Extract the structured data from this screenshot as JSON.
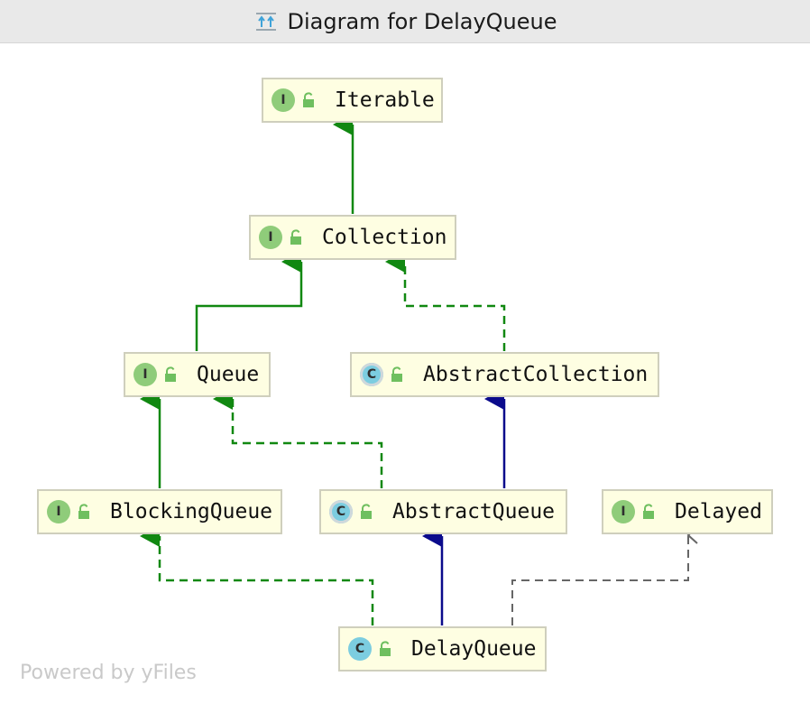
{
  "window": {
    "title": "Diagram for DelayQueue",
    "title_icon": "hierarchy-diagram-icon"
  },
  "diagram": {
    "nodes": [
      {
        "id": "iterable",
        "kind": "interface",
        "kind_letter": "I",
        "label": "Iterable",
        "icon": "unlock-icon"
      },
      {
        "id": "collection",
        "kind": "interface",
        "kind_letter": "I",
        "label": "Collection",
        "icon": "unlock-icon"
      },
      {
        "id": "queue",
        "kind": "interface",
        "kind_letter": "I",
        "label": "Queue",
        "icon": "unlock-icon"
      },
      {
        "id": "abstract_collection",
        "kind": "abstract-class",
        "kind_letter": "C",
        "label": "AbstractCollection",
        "icon": "unlock-icon"
      },
      {
        "id": "blocking_queue",
        "kind": "interface",
        "kind_letter": "I",
        "label": "BlockingQueue",
        "icon": "unlock-icon"
      },
      {
        "id": "abstract_queue",
        "kind": "abstract-class",
        "kind_letter": "C",
        "label": "AbstractQueue",
        "icon": "unlock-icon"
      },
      {
        "id": "delayed",
        "kind": "interface",
        "kind_letter": "I",
        "label": "Delayed",
        "icon": "unlock-icon"
      },
      {
        "id": "delay_queue",
        "kind": "class",
        "kind_letter": "C",
        "label": "DelayQueue",
        "icon": "unlock-icon"
      }
    ],
    "edges": [
      {
        "from": "collection",
        "to": "iterable",
        "type": "extends-interface",
        "color": "#118811",
        "style": "solid"
      },
      {
        "from": "queue",
        "to": "collection",
        "type": "extends-interface",
        "color": "#118811",
        "style": "solid"
      },
      {
        "from": "abstract_collection",
        "to": "collection",
        "type": "implements",
        "color": "#118811",
        "style": "dashed"
      },
      {
        "from": "blocking_queue",
        "to": "queue",
        "type": "extends-interface",
        "color": "#118811",
        "style": "solid"
      },
      {
        "from": "abstract_queue",
        "to": "queue",
        "type": "implements",
        "color": "#118811",
        "style": "dashed"
      },
      {
        "from": "abstract_queue",
        "to": "abstract_collection",
        "type": "extends-class",
        "color": "#0b0b8c",
        "style": "solid"
      },
      {
        "from": "delay_queue",
        "to": "blocking_queue",
        "type": "implements",
        "color": "#118811",
        "style": "dashed"
      },
      {
        "from": "delay_queue",
        "to": "abstract_queue",
        "type": "extends-class",
        "color": "#0b0b8c",
        "style": "solid"
      },
      {
        "from": "delay_queue",
        "to": "delayed",
        "type": "uses",
        "color": "#666666",
        "style": "dashed"
      }
    ]
  },
  "footer": {
    "text": "Powered by yFiles"
  },
  "colors": {
    "node_fill": "#fefee2",
    "node_border": "#cfcfbd",
    "interface_badge": "#8fcc7a",
    "class_badge": "#7ccde0",
    "lock": "#6fbf5f",
    "titlebar": "#e9e9e9"
  }
}
